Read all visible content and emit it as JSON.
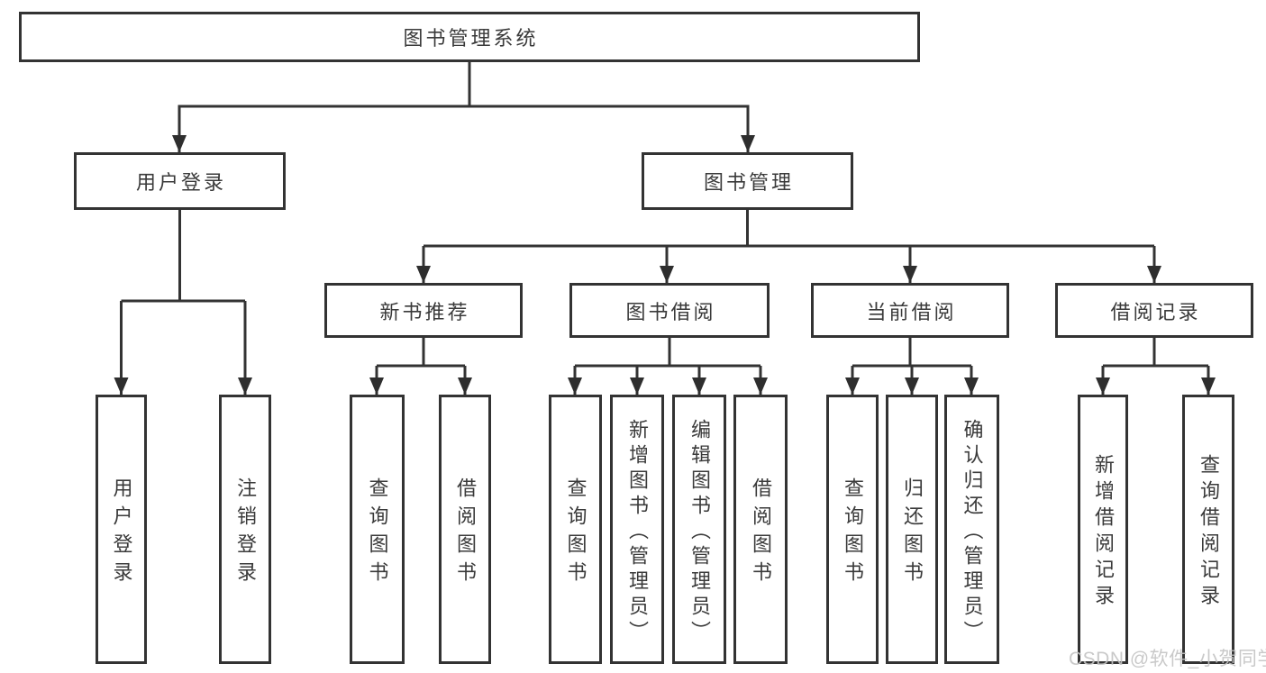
{
  "colors": {
    "line": "#333333",
    "text": "#3a3a3a",
    "box_bg": "#ffffff",
    "background": "#ffffff",
    "watermark": "#c4c4c4"
  },
  "nodes": {
    "root": {
      "label": "图书管理系统"
    },
    "level1": [
      {
        "label": "用户登录"
      },
      {
        "label": "图书管理"
      }
    ],
    "level2": [
      {
        "label": "新书推荐"
      },
      {
        "label": "图书借阅"
      },
      {
        "label": "当前借阅"
      },
      {
        "label": "借阅记录"
      }
    ],
    "leaves": {
      "user": [
        {
          "label": "用户登录"
        },
        {
          "label": "注销登录"
        }
      ],
      "recommend": [
        {
          "label": "查询图书"
        },
        {
          "label": "借阅图书"
        }
      ],
      "borrow": [
        {
          "label": "查询图书"
        },
        {
          "label": "新增图书（管理员）"
        },
        {
          "label": "编辑图书（管理员）"
        },
        {
          "label": "借阅图书"
        }
      ],
      "current": [
        {
          "label": "查询图书"
        },
        {
          "label": "归还图书"
        },
        {
          "label": "确认归还（管理员）"
        }
      ],
      "records": [
        {
          "label": "新增借阅记录"
        },
        {
          "label": "查询借阅记录"
        }
      ]
    }
  },
  "watermark": {
    "text": "CSDN @软件_小贺同学"
  }
}
